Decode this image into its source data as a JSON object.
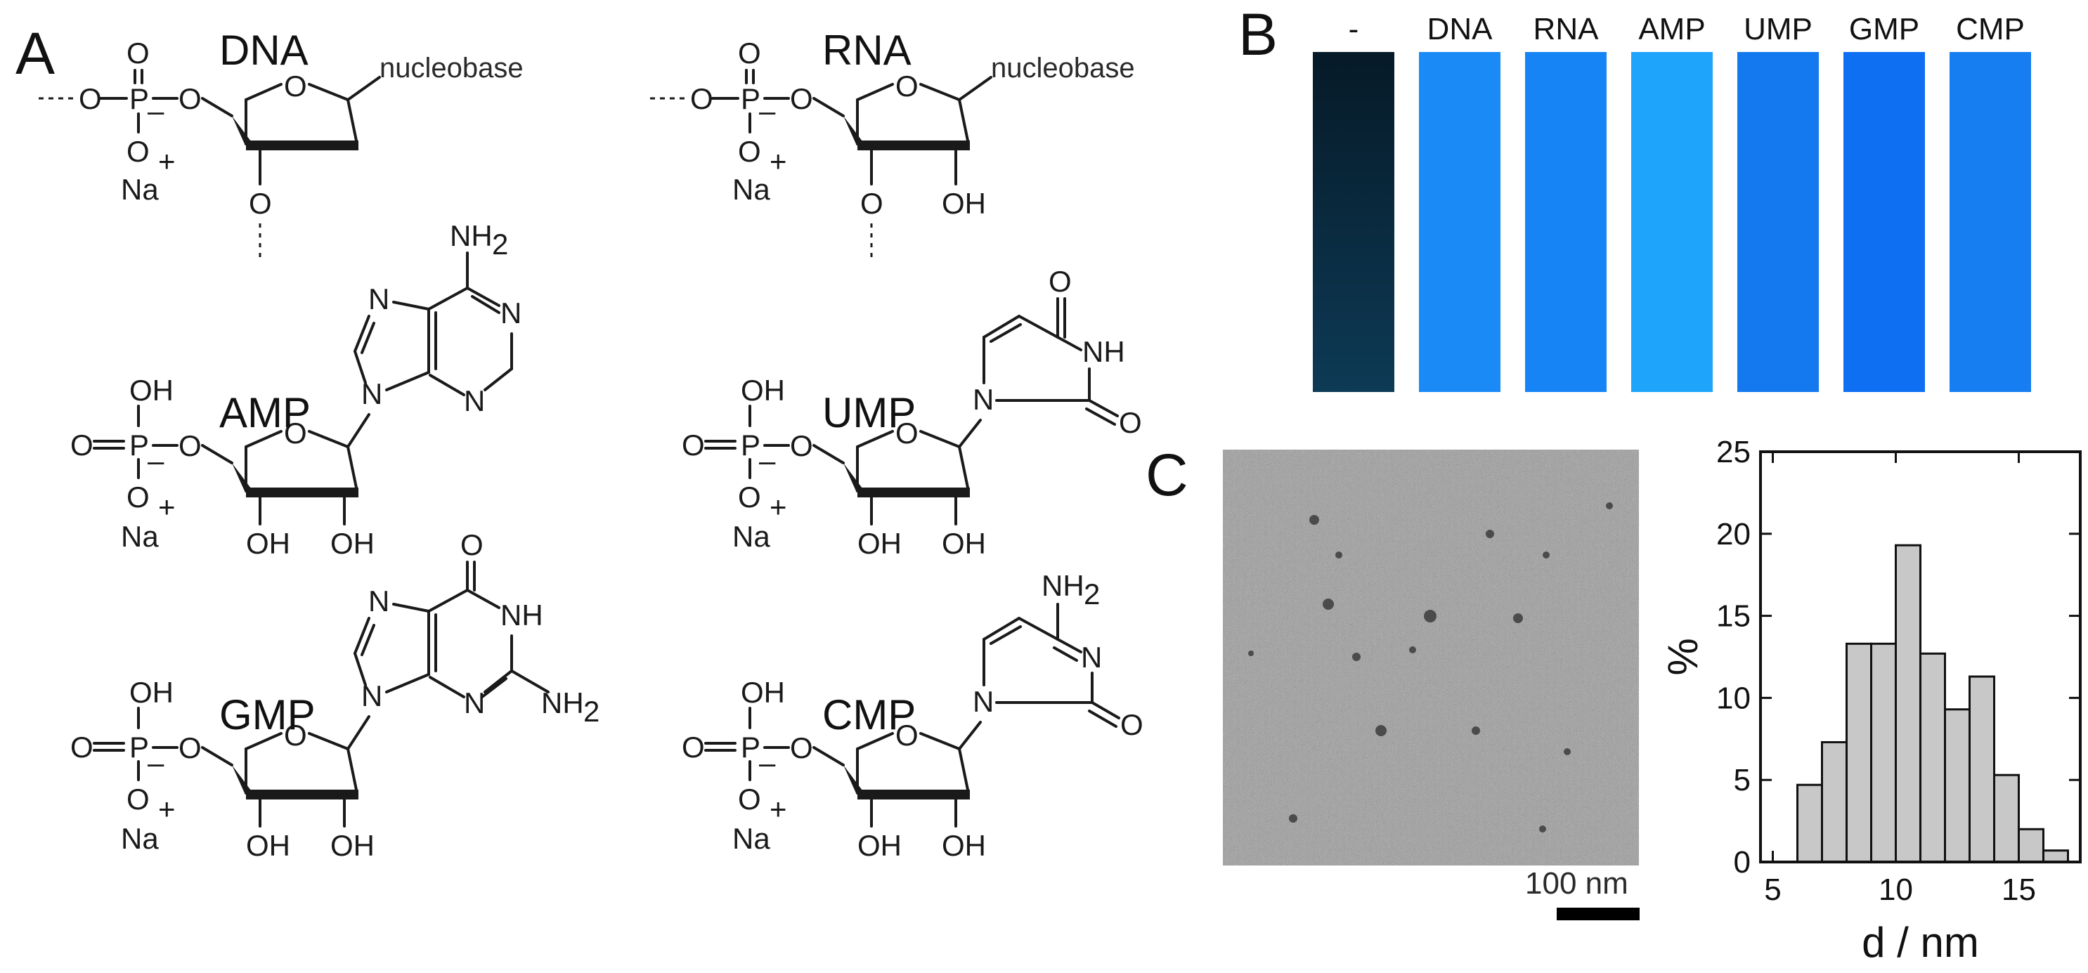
{
  "panels": {
    "a": "A",
    "b": "B",
    "c": "C"
  },
  "molecules": {
    "dna": {
      "name": "DNA",
      "base": "nucleobase",
      "na": "Na",
      "o_minus": "–",
      "plus": "+"
    },
    "rna": {
      "name": "RNA",
      "base": "nucleobase",
      "oh": "OH"
    },
    "amp": {
      "name": "AMP",
      "nh2": "NH",
      "nh2_sub": "2"
    },
    "ump": {
      "name": "UMP",
      "nh": "NH"
    },
    "gmp": {
      "name": "GMP",
      "nh": "NH",
      "nh2": "NH",
      "nh2_sub": "2"
    },
    "cmp": {
      "name": "CMP",
      "nh2": "NH",
      "nh2_sub": "2"
    }
  },
  "atoms": {
    "O": "O",
    "P": "P",
    "N": "N",
    "OH": "OH",
    "Na": "Na",
    "minus": "–",
    "plus": "+"
  },
  "vials": {
    "labels": [
      "-",
      "DNA",
      "RNA",
      "AMP",
      "UMP",
      "GMP",
      "CMP"
    ],
    "colors": [
      "#0b2a3e",
      "#1a8af6",
      "#1784f5",
      "#1ea4fb",
      "#1479ee",
      "#0f6ff2",
      "#167ef0"
    ]
  },
  "tem": {
    "scale_label": "100 nm"
  },
  "chart_data": {
    "type": "bar",
    "xlabel": "d / nm",
    "ylabel": "%",
    "xlim": [
      4.5,
      17.5
    ],
    "ylim": [
      0,
      25
    ],
    "xticks": [
      "5",
      "10",
      "15"
    ],
    "yticks": [
      "0",
      "5",
      "10",
      "15",
      "20",
      "25"
    ],
    "bin_width": 1,
    "bin_centers": [
      6.5,
      7.5,
      8.5,
      9.5,
      10.5,
      11.5,
      12.5,
      13.5,
      14.5,
      15.5,
      16.5
    ],
    "values": [
      4.7,
      7.3,
      13.3,
      13.3,
      19.3,
      12.7,
      9.3,
      11.3,
      5.3,
      2.0,
      0.7
    ],
    "bar_color": "#c8c8c8",
    "bar_edge": "#111111"
  }
}
